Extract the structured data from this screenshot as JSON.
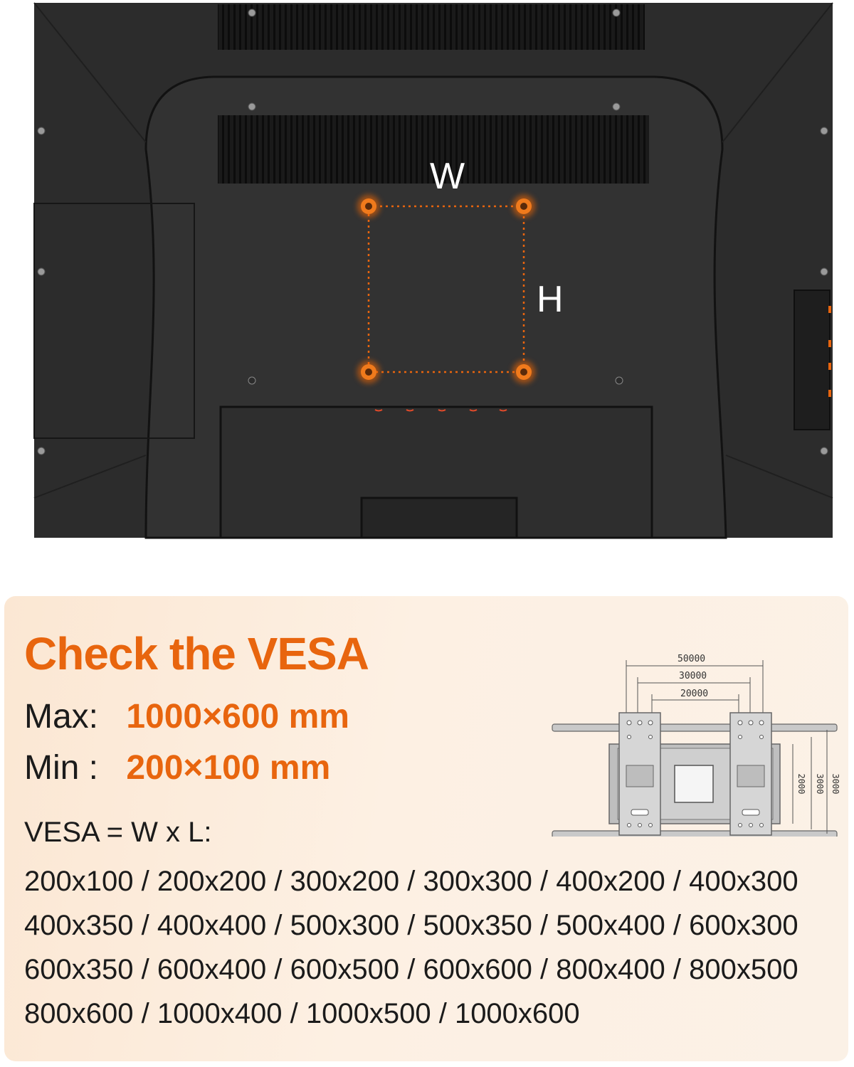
{
  "diagram": {
    "width_label": "W",
    "height_label": "H"
  },
  "info": {
    "title": "Check the VESA",
    "max": {
      "label": "Max:",
      "value": "1000×600 mm"
    },
    "min": {
      "label": "Min :",
      "value": "200×100 mm"
    },
    "formula": "VESA = W x L:",
    "size_lines": [
      "200x100 / 200x200 / 300x200 / 300x300 / 400x200 / 400x300",
      "400x350 / 400x400 / 500x300 / 500x350 / 500x400 / 600x300",
      "600x350 / 600x400 / 600x500 / 600x600 / 800x400 / 800x500",
      "800x600 / 1000x400 / 1000x500 / 1000x600"
    ]
  },
  "bracket_drawing": {
    "dims_top": [
      "50000",
      "30000",
      "20000"
    ],
    "dims_right": [
      "2000",
      "3000",
      "3000"
    ]
  },
  "colors": {
    "accent": "#e8650e",
    "tv_body": "#2b2b2b",
    "panel_bg": "#fbe9d6"
  }
}
